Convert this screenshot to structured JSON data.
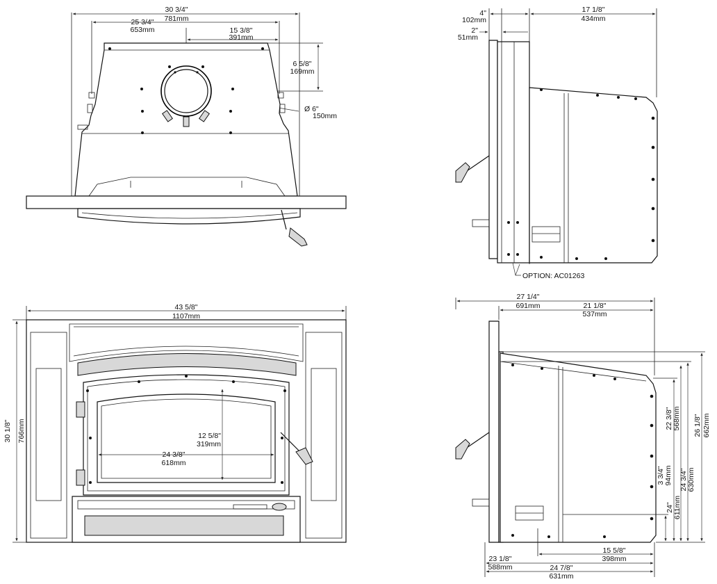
{
  "top_view": {
    "overall_width": {
      "imperial": "30 3/4\"",
      "metric": "781mm"
    },
    "body_width": {
      "imperial": "25 3/4\"",
      "metric": "653mm"
    },
    "flue_offset_x": {
      "imperial": "15 3/8\"",
      "metric": "391mm"
    },
    "flue_offset_y": {
      "imperial": "6 5/8\"",
      "metric": "169mm"
    },
    "flue_diameter": {
      "imperial": "Ø 6\"",
      "metric": "150mm"
    }
  },
  "side_view_top": {
    "front_depth": {
      "imperial": "4\"",
      "metric": "102mm"
    },
    "rear_depth": {
      "imperial": "17 1/8\"",
      "metric": "434mm"
    },
    "front_lip": {
      "imperial": "2\"",
      "metric": "51mm"
    },
    "option_label": "OPTION: AC01263"
  },
  "front_view": {
    "overall_width": {
      "imperial": "43 5/8\"",
      "metric": "1107mm"
    },
    "overall_height": {
      "imperial": "30 1/8\"",
      "metric": "766mm"
    },
    "glass_height": {
      "imperial": "12 5/8\"",
      "metric": "319mm"
    },
    "glass_width": {
      "imperial": "24 3/8\"",
      "metric": "618mm"
    }
  },
  "side_view_bottom": {
    "total_depth": {
      "imperial": "27 1/4\"",
      "metric": "691mm"
    },
    "rear_depth": {
      "imperial": "21 1/8\"",
      "metric": "537mm"
    },
    "height_a": {
      "imperial": "22 3/8\"",
      "metric": "568mm"
    },
    "height_b": {
      "imperial": "24 3/4\"",
      "metric": "630mm"
    },
    "height_c": {
      "imperial": "26 1/8\"",
      "metric": "662mm"
    },
    "height_d": {
      "imperial": "24\"",
      "metric": "611mm"
    },
    "height_e": {
      "imperial": "3 3/4\"",
      "metric": "94mm"
    },
    "depth_a": {
      "imperial": "15 5/8\"",
      "metric": "398mm"
    },
    "depth_b": {
      "imperial": "23 1/8\"",
      "metric": "588mm"
    },
    "depth_c": {
      "imperial": "24 7/8\"",
      "metric": "631mm"
    }
  }
}
